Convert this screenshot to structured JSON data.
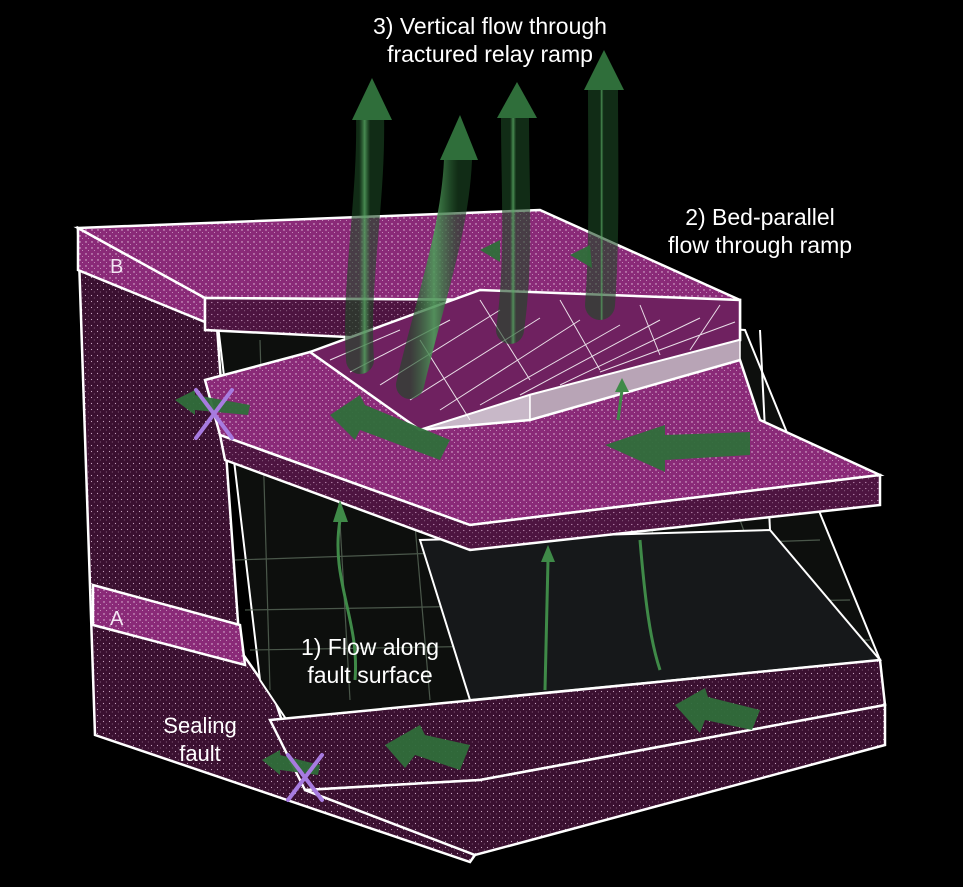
{
  "labels": {
    "vertical_flow_line1": "3) Vertical flow through",
    "vertical_flow_line2": "fractured relay ramp",
    "bed_parallel_line1": "2) Bed-parallel",
    "bed_parallel_line2": "flow through ramp",
    "fault_flow_line1": "1) Flow along",
    "fault_flow_line2": "fault surface",
    "sealing_line1": "Sealing",
    "sealing_line2": "fault",
    "bed_a": "A",
    "bed_b": "B"
  },
  "colors": {
    "background": "#000000",
    "bed_purple": "#8a2a78",
    "bed_dark": "#3a1030",
    "outline": "#ffffff",
    "flow_arrow": "#2f6e3a",
    "seal_cross": "#a77be0"
  }
}
